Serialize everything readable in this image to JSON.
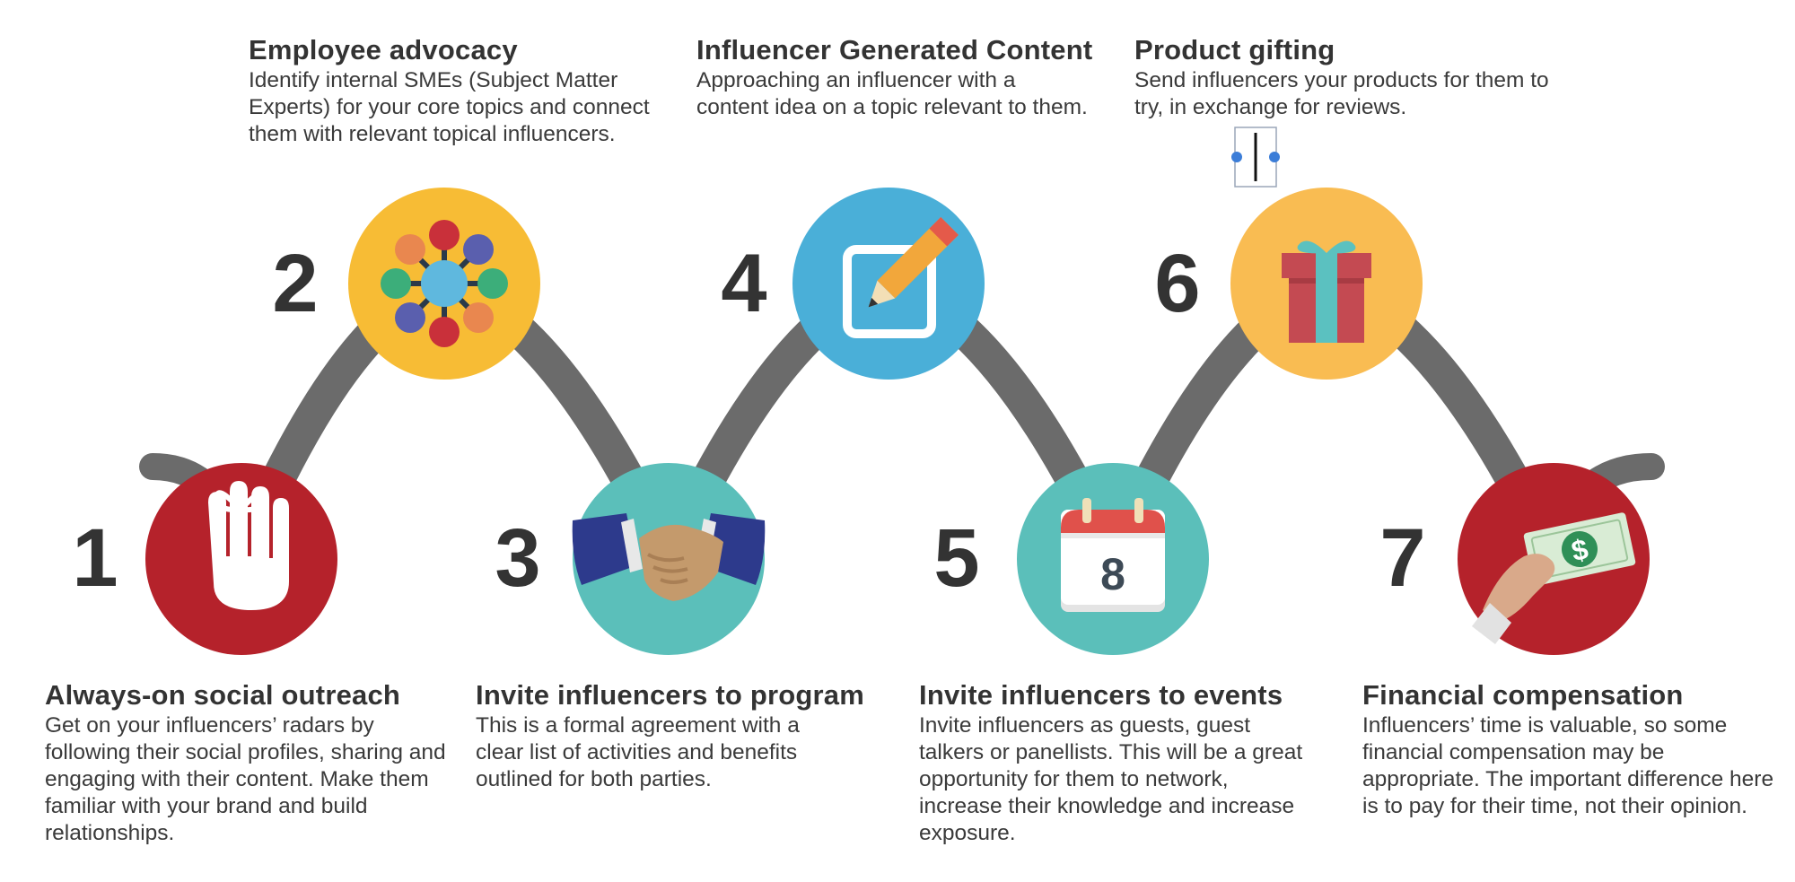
{
  "colors": {
    "connector": "#6b6b6b",
    "red": "#b5222b",
    "yellow": "#f7bc35",
    "blue": "#4aafd8",
    "teal": "#5bbfba",
    "orange": "#f9bc52",
    "text": "#333333"
  },
  "steps": [
    {
      "number": "1",
      "title": "Always-on social outreach",
      "description": "Get on your influencers’ radars by following their social profiles, sharing and engaging with their content. Make them familiar with your brand and build relationships.",
      "icon": "hand-with-string-icon",
      "color": "#b5222b"
    },
    {
      "number": "2",
      "title": "Employee advocacy",
      "description": "Identify internal SMEs (Subject Matter Experts) for your core topics and connect them with relevant topical influencers.",
      "icon": "network-hub-icon",
      "color": "#f7bc35"
    },
    {
      "number": "3",
      "title": "Invite influencers to program",
      "description": "This is a formal agreement with a clear list of activities and benefits outlined for both parties.",
      "icon": "handshake-icon",
      "color": "#5bbfba"
    },
    {
      "number": "4",
      "title": "Influencer Generated Content",
      "description": "Approaching an influencer with a content idea on a topic relevant to them.",
      "icon": "edit-pencil-icon",
      "color": "#4aafd8"
    },
    {
      "number": "5",
      "title": "Invite influencers to events",
      "description": "Invite influencers as guests, guest talkers or panellists. This will be a great opportunity for them to network, increase their knowledge and increase exposure.",
      "icon": "calendar-icon",
      "color": "#5bbfba",
      "calendar_day": "8"
    },
    {
      "number": "6",
      "title": "Product gifting",
      "description": "Send influencers your products for them to try, in exchange for reviews.",
      "icon": "gift-box-icon",
      "color": "#f9bc52"
    },
    {
      "number": "7",
      "title": "Financial compensation",
      "description": "Influencers’ time is valuable, so some financial compensation may be appropriate. The important difference here is to pay for their time, not their opinion.",
      "icon": "hand-holding-money-icon",
      "color": "#b5222b",
      "currency_symbol": "$"
    }
  ]
}
